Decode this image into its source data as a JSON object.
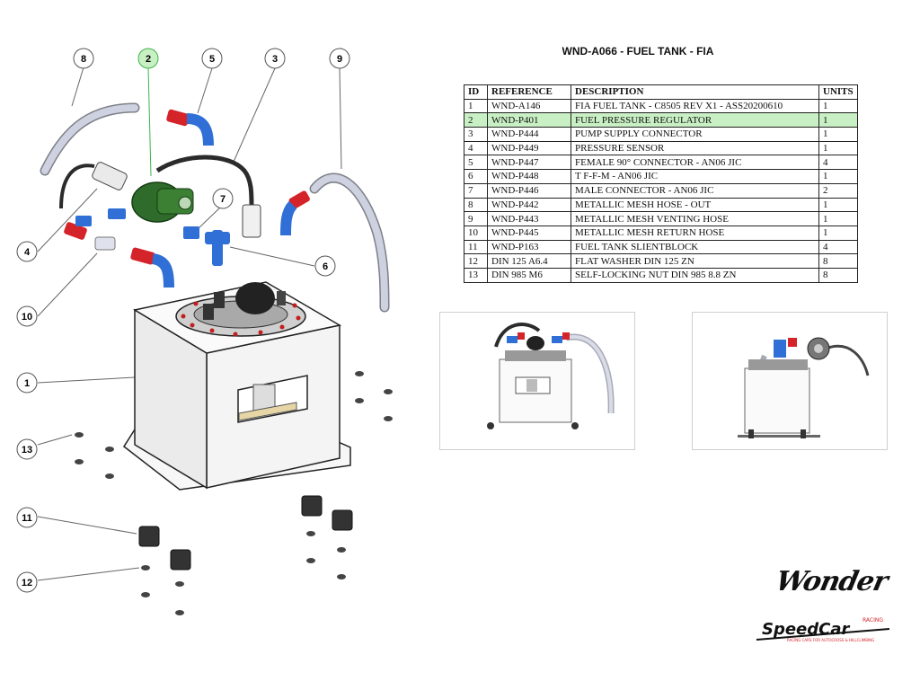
{
  "title": "WND-A066 - FUEL TANK - FIA",
  "table": {
    "headers": [
      "ID",
      "REFERENCE",
      "DESCRIPTION",
      "UNITS"
    ],
    "rows": [
      {
        "id": "1",
        "reference": "WND-A146",
        "description": "FIA FUEL TANK - C8505 REV X1 - ASS20200610",
        "units": "1"
      },
      {
        "id": "2",
        "reference": "WND-P401",
        "description": "FUEL PRESSURE REGULATOR",
        "units": "1"
      },
      {
        "id": "3",
        "reference": "WND-P444",
        "description": "PUMP SUPPLY CONNECTOR",
        "units": "1"
      },
      {
        "id": "4",
        "reference": "WND-P449",
        "description": "PRESSURE SENSOR",
        "units": "1"
      },
      {
        "id": "5",
        "reference": "WND-P447",
        "description": "FEMALE 90° CONNECTOR - AN06 JIC",
        "units": "4"
      },
      {
        "id": "6",
        "reference": "WND-P448",
        "description": "T F-F-M - AN06 JIC",
        "units": "1"
      },
      {
        "id": "7",
        "reference": "WND-P446",
        "description": "MALE CONNECTOR - AN06 JIC",
        "units": "2"
      },
      {
        "id": "8",
        "reference": "WND-P442",
        "description": "METALLIC MESH HOSE - OUT",
        "units": "1"
      },
      {
        "id": "9",
        "reference": "WND-P443",
        "description": "METALLIC MESH VENTING HOSE",
        "units": "1"
      },
      {
        "id": "10",
        "reference": "WND-P445",
        "description": "METALLIC MESH RETURN HOSE",
        "units": "1"
      },
      {
        "id": "11",
        "reference": "WND-P163",
        "description": "FUEL TANK SLIENTBLOCK",
        "units": "4"
      },
      {
        "id": "12",
        "reference": "DIN 125 A6.4",
        "description": "FLAT WASHER DIN 125 ZN",
        "units": "8"
      },
      {
        "id": "13",
        "reference": "DIN 985 M6",
        "description": "SELF-LOCKING NUT DIN 985 8.8 ZN",
        "units": "8"
      }
    ],
    "highlighted_id": "2"
  },
  "callouts": [
    "8",
    "2",
    "5",
    "3",
    "9",
    "7",
    "4",
    "6",
    "10",
    "1",
    "13",
    "11",
    "12"
  ],
  "colors": {
    "highlight": "#c9f0c4",
    "regulator_green": "#2f6b2a",
    "fitting_blue": "#2f6fd6",
    "fitting_red": "#d5232a",
    "hose_grey": "#c8ccd8"
  },
  "brand": {
    "wonder": "Wonder",
    "speedcar": "SpeedCar",
    "tagline": "RACING CARS FOR AUTOCROSS & HILLCLIMBING",
    "tag": "RACING"
  }
}
